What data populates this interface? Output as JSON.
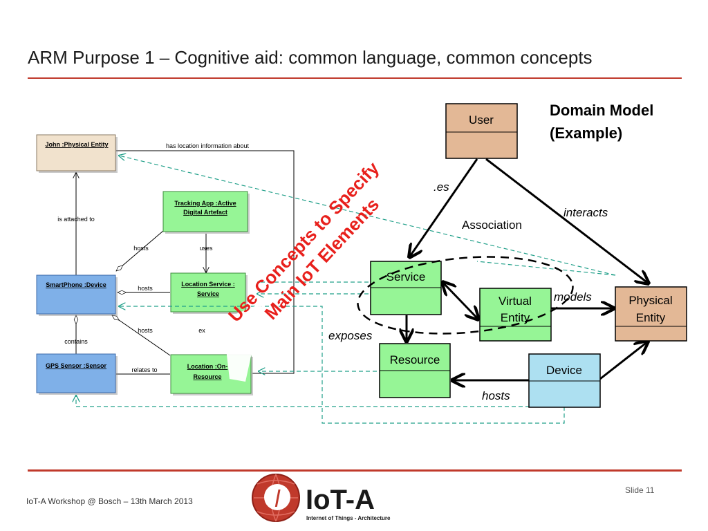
{
  "slide": {
    "title": "ARM Purpose 1 – Cognitive aid: common language, common concepts",
    "footer": "IoT-A Workshop @ Bosch – 13th March 2013",
    "slide_number": "Slide 11"
  },
  "logo": {
    "name": "IoT-A",
    "tagline": "Internet of Things - Architecture",
    "glyph": "l"
  },
  "instance_diagram": {
    "nodes": {
      "john": "John :Physical Entity",
      "tracking_app_1": "Tracking App :Active",
      "tracking_app_2": "Digital Artefact",
      "smartphone": "SmartPhone :Device",
      "location_service_1": "Location Service :",
      "location_service_2": "Service",
      "gps_sensor": "GPS Sensor :Sensor",
      "location_resource_1": "Location :On-",
      "location_resource_2": "Resource"
    },
    "labels": {
      "has_location": "has location information about",
      "is_attached": "is attached to",
      "hosts_app": "hosts",
      "uses": "uses",
      "hosts_service": "hosts",
      "hosts_resource": "hosts",
      "exposes_partial": "ex",
      "contains": "contains",
      "relates_to": "relates to"
    }
  },
  "domain_model": {
    "heading_1": "Domain Model",
    "heading_2": "(Example)",
    "classes": {
      "user": "User",
      "service": "Service",
      "virtual_entity_1": "Virtual",
      "virtual_entity_2": "Entity",
      "physical_entity_1": "Physical",
      "physical_entity_2": "Entity",
      "resource": "Resource",
      "device": "Device"
    },
    "relations": {
      "uses_partial": ".es",
      "interacts": "interacts",
      "association": "Association",
      "models": "models",
      "exposes": "exposes",
      "hosts": "hosts"
    }
  },
  "overlay": {
    "line_1": "Use Concepts to Specify",
    "line_2": "Main IoT Elements"
  },
  "colors": {
    "accent_red": "#c0392b",
    "overlay_red": "#e8201c",
    "user_fill": "#e3b896",
    "green_fill": "#96f596",
    "device_fill": "#ade0f1",
    "blue_fill": "#7fb0e8",
    "tan_fill": "#f1e2cd",
    "teal_dashed": "#22a08a"
  }
}
